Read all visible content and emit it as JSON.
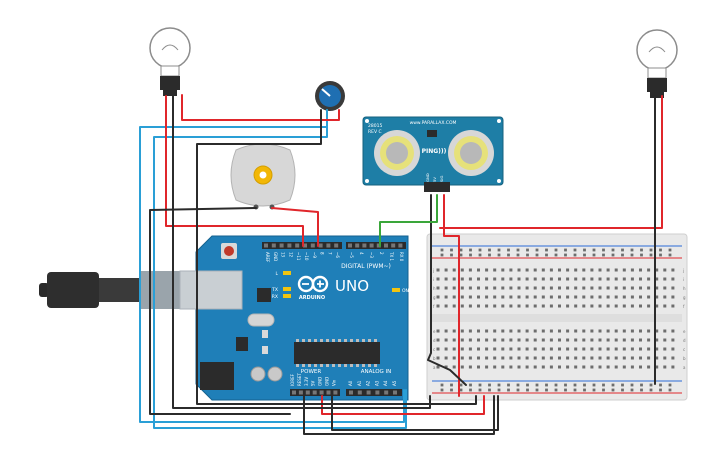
{
  "arduino": {
    "brand": "ARDUINO",
    "model": "UNO",
    "digital_label": "DIGITAL (PWM~)",
    "power_label": "POWER",
    "analog_label": "ANALOG IN",
    "on_label": "ON",
    "l_label": "L",
    "tx_label": "TX",
    "rx_label": "RX",
    "pins_digital": [
      "AREF",
      "GND",
      "13",
      "12",
      "~11",
      "~10",
      "~9",
      "8",
      "7",
      "~6",
      "~5",
      "4",
      "~3",
      "2",
      "TX 1",
      "RX 0"
    ],
    "pins_power": [
      "IOREF",
      "RESET",
      "3.3V",
      "5V",
      "GND",
      "GND",
      "Vin"
    ],
    "pins_analog": [
      "A0",
      "A1",
      "A2",
      "A3",
      "A4",
      "A5"
    ]
  },
  "sensor": {
    "brand": "www.PARALLAX.COM",
    "part": "28015",
    "rev": "REV C",
    "name": "PING)))",
    "pins": [
      "GND",
      "5V",
      "SIG"
    ]
  },
  "breadboard": {
    "rows_top": [
      "j",
      "i",
      "h",
      "g",
      "f"
    ],
    "rows_bottom": [
      "e",
      "d",
      "c",
      "b",
      "a"
    ]
  },
  "colors": {
    "wire_red": "#e0262b",
    "wire_black": "#2b2b2b",
    "wire_blue": "#2a9fd6",
    "wire_green": "#3aa63a",
    "arduino_blue": "#1f7fb8",
    "sensor_blue": "#1e7ea6"
  }
}
